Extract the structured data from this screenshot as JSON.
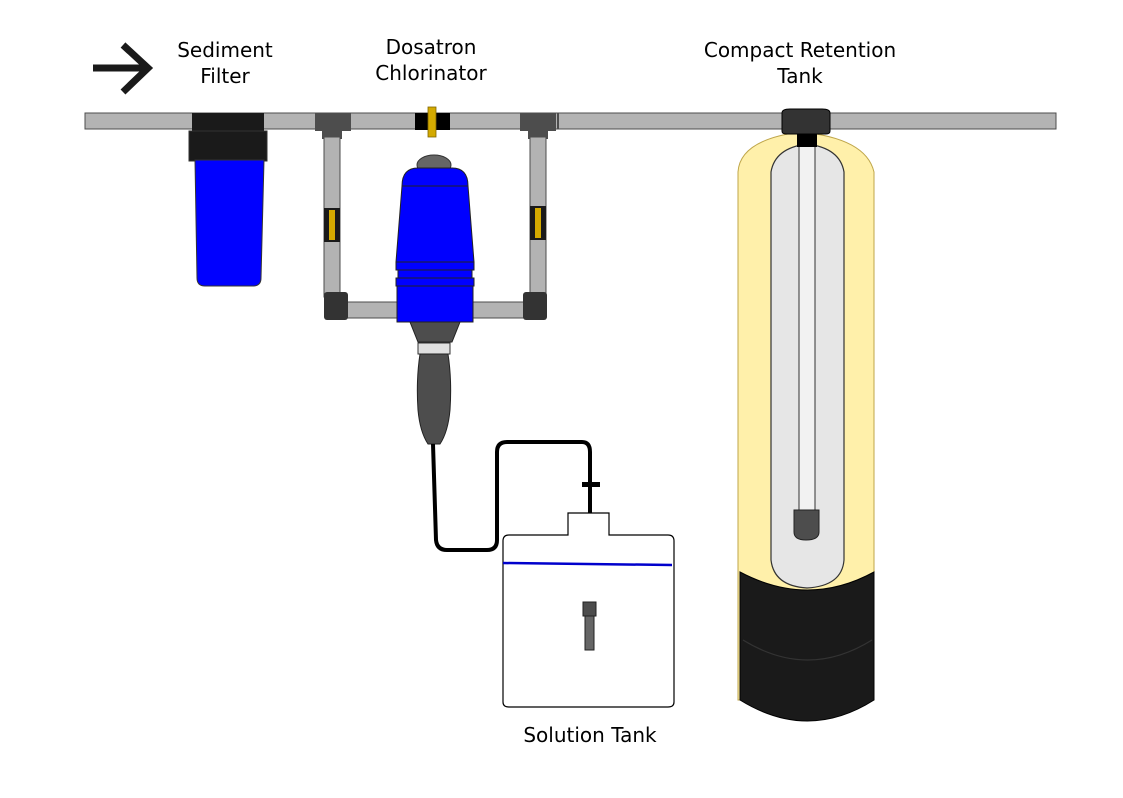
{
  "labels": {
    "sediment_filter": [
      "Sediment",
      "Filter"
    ],
    "dosatron": [
      "Dosatron",
      "Chlorinator"
    ],
    "retention_tank": [
      "Compact Retention",
      "Tank"
    ],
    "solution_tank": "Solution Tank"
  },
  "icons": {
    "flow_direction": "arrow-right-icon"
  },
  "colors": {
    "pipe": "#b3b3b3",
    "fitting": "#4d4d4d",
    "filter_housing": "#0000ff",
    "filter_cap": "#1a1a1a",
    "dosatron_body": "#0000ff",
    "valve_handle": "#d4aa00",
    "tank_shell": "#fff0aa",
    "tank_base": "#1a1a1a",
    "tank_liner": "#e6e6e6",
    "solution_level": "#0000cc",
    "tubing": "#000000"
  }
}
